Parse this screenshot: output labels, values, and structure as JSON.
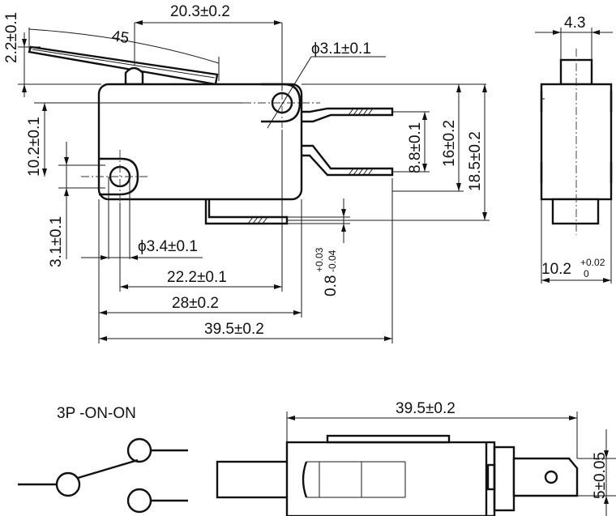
{
  "dimensions": {
    "top_width": "20.3±0.2",
    "lever_angle": "45",
    "lever_height": "2.2±0.1",
    "mount_hole_top": "ϕ3.1±0.1",
    "height_pin_from_top": "10.2±0.1",
    "pin_offset_bottom": "3.1±0.1",
    "mount_hole_bottom": "ϕ3.4±0.1",
    "hole_spacing": "22.2±0.1",
    "body_length": "28±0.2",
    "overall_length": "39.5±0.2",
    "terminal_pitch": "8.8±0.1",
    "terminal_height_16": "16±0.2",
    "overall_height": "18.5±0.2",
    "terminal_thickness_base": "0.8",
    "terminal_thickness_tol_plus": "+0.03",
    "terminal_thickness_tol_minus": "-0.04",
    "side_actuator_width": "4.3",
    "side_width_base": "10.2",
    "side_width_tol_plus": "+0.02",
    "side_width_tol_minus": "0",
    "bottom_length": "39.5±0.2",
    "bottom_terminal_width": "5±0.05"
  },
  "circuit": {
    "label": "3P -ON-ON"
  }
}
